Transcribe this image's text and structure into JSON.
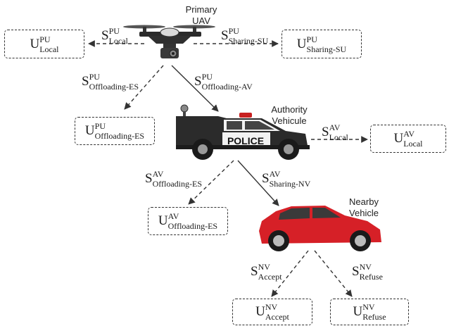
{
  "nodes": {
    "primary_uav": {
      "line1": "Primary",
      "line2": "UAV"
    },
    "authority_vehicle": {
      "line1": "Authority",
      "line2": "Vehicule"
    },
    "nearby_vehicle": {
      "line1": "Nearby",
      "line2": "Vehicle"
    },
    "police_text": "POLICE"
  },
  "boxes": {
    "u_local_pu": {
      "main": "U",
      "sup": "PU",
      "sub": "Local"
    },
    "u_sharing_su": {
      "main": "U",
      "sup": "PU",
      "sub": "Sharing-SU"
    },
    "u_offloading_es_pu": {
      "main": "U",
      "sup": "PU",
      "sub": "Offloading-ES"
    },
    "u_local_av": {
      "main": "U",
      "sup": "AV",
      "sub": "Local"
    },
    "u_offloading_es_av": {
      "main": "U",
      "sup": "AV",
      "sub": "Offloading-ES"
    },
    "u_accept_nv": {
      "main": "U",
      "sup": "NV",
      "sub": "Accept"
    },
    "u_refuse_nv": {
      "main": "U",
      "sup": "NV",
      "sub": "Refuse"
    }
  },
  "strategies": {
    "s_local_pu": {
      "main": "S",
      "sup": "PU",
      "sub": "Local"
    },
    "s_sharing_su": {
      "main": "S",
      "sup": "PU",
      "sub": "Sharing-SU"
    },
    "s_offloading_es_pu": {
      "main": "S",
      "sup": "PU",
      "sub": "Offloading-ES"
    },
    "s_offloading_av_pu": {
      "main": "S",
      "sup": "PU",
      "sub": "Offloading-AV"
    },
    "s_local_av": {
      "main": "S",
      "sup": "AV",
      "sub": "Local"
    },
    "s_offloading_es_av": {
      "main": "S",
      "sup": "AV",
      "sub": "Offloading-ES"
    },
    "s_sharing_nv_av": {
      "main": "S",
      "sup": "AV",
      "sub": "Sharing-NV"
    },
    "s_accept_nv": {
      "main": "S",
      "sup": "NV",
      "sub": "Accept"
    },
    "s_refuse_nv": {
      "main": "S",
      "sup": "NV",
      "sub": "Refuse"
    }
  },
  "colors": {
    "line": "#333333",
    "police_body": "#2b2b2b",
    "police_white": "#f2f2f2",
    "car_red": "#d62027",
    "drone_body": "#2a2a2a"
  }
}
